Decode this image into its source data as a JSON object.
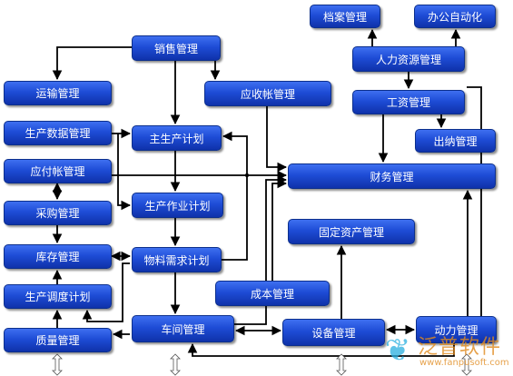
{
  "nodes": [
    {
      "id": "archive",
      "label": "档案管理"
    },
    {
      "id": "office_auto",
      "label": "办公自动化"
    },
    {
      "id": "sales",
      "label": "销售管理"
    },
    {
      "id": "hr",
      "label": "人力资源管理"
    },
    {
      "id": "transport",
      "label": "运输管理"
    },
    {
      "id": "receivable",
      "label": "应收帐管理"
    },
    {
      "id": "payroll",
      "label": "工资管理"
    },
    {
      "id": "prod_data",
      "label": "生产数据管理"
    },
    {
      "id": "master_plan",
      "label": "主生产计划"
    },
    {
      "id": "cashier",
      "label": "出纳管理"
    },
    {
      "id": "payable",
      "label": "应付帐管理"
    },
    {
      "id": "finance",
      "label": "财务管理"
    },
    {
      "id": "purchase",
      "label": "采购管理"
    },
    {
      "id": "prod_work_plan",
      "label": "生产作业计划"
    },
    {
      "id": "fixed_assets",
      "label": "固定资产管理"
    },
    {
      "id": "inventory",
      "label": "库存管理"
    },
    {
      "id": "mrp",
      "label": "物料需求计划"
    },
    {
      "id": "cost",
      "label": "成本管理"
    },
    {
      "id": "dispatch",
      "label": "生产调度计划"
    },
    {
      "id": "quality",
      "label": "质量管理"
    },
    {
      "id": "workshop",
      "label": "车间管理"
    },
    {
      "id": "equipment",
      "label": "设备管理"
    },
    {
      "id": "power",
      "label": "动力管理"
    }
  ],
  "watermark": {
    "logo_icon": "leaf-logo-icon",
    "title": "泛普软件",
    "url": "www.fanpusoft.com"
  },
  "colors": {
    "box_top": "#3e6ff0",
    "box_bottom": "#0f32aa",
    "line": "#000000",
    "connector_fill": "#ffffff"
  }
}
